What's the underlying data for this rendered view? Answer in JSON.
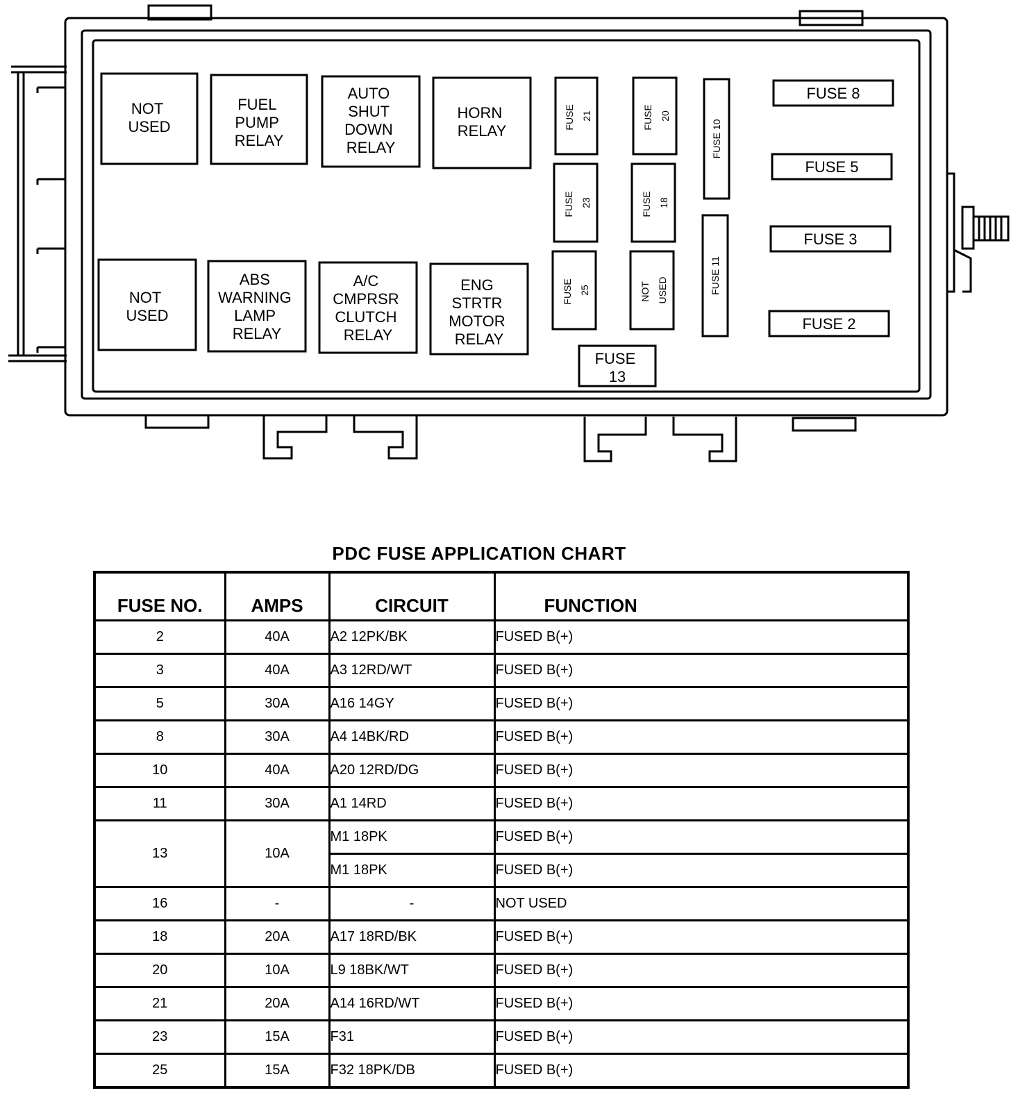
{
  "diagram": {
    "relays": [
      [
        "NOT",
        "USED"
      ],
      [
        "FUEL",
        "PUMP",
        "RELAY"
      ],
      [
        "AUTO",
        "SHUT",
        "DOWN",
        "RELAY"
      ],
      [
        "HORN",
        "RELAY"
      ],
      [
        "NOT",
        "USED"
      ],
      [
        "ABS",
        "WARNING",
        "LAMP",
        "RELAY"
      ],
      [
        "A/C",
        "CMPRSR",
        "CLUTCH",
        "RELAY"
      ],
      [
        "ENG",
        "STRTR",
        "MOTOR",
        "RELAY"
      ]
    ],
    "vertical_fuses": [
      [
        "FUSE",
        "21"
      ],
      [
        "FUSE",
        "20"
      ],
      [
        "FUSE",
        "23"
      ],
      [
        "FUSE",
        "18"
      ],
      [
        "FUSE",
        "25"
      ],
      [
        "NOT",
        "USED"
      ]
    ],
    "long_fuses": [
      "FUSE 10",
      "FUSE 11"
    ],
    "horizontal_fuses": [
      "FUSE 8",
      "FUSE 5",
      "FUSE 3",
      "FUSE 2"
    ],
    "fuse13": [
      "FUSE",
      "13"
    ]
  },
  "chart": {
    "title": "PDC FUSE APPLICATION CHART",
    "headers": [
      "FUSE NO.",
      "AMPS",
      "CIRCUIT",
      "FUNCTION"
    ],
    "rows": [
      {
        "no": "2",
        "amps": "40A",
        "circuit": "A2 12PK/BK",
        "function": "FUSED B(+)"
      },
      {
        "no": "3",
        "amps": "40A",
        "circuit": "A3 12RD/WT",
        "function": "FUSED B(+)"
      },
      {
        "no": "5",
        "amps": "30A",
        "circuit": "A16 14GY",
        "function": "FUSED B(+)"
      },
      {
        "no": "8",
        "amps": "30A",
        "circuit": "A4 14BK/RD",
        "function": "FUSED B(+)"
      },
      {
        "no": "10",
        "amps": "40A",
        "circuit": "A20 12RD/DG",
        "function": "FUSED B(+)"
      },
      {
        "no": "11",
        "amps": "30A",
        "circuit": "A1 14RD",
        "function": "FUSED B(+)"
      },
      {
        "no": "13",
        "amps": "10A",
        "circuit": "M1 18PK",
        "function": "FUSED B(+)"
      },
      {
        "circuit": "M1 18PK",
        "function": "FUSED B(+)"
      },
      {
        "no": "16",
        "amps": "-",
        "circuit": "-",
        "function": "NOT USED"
      },
      {
        "no": "18",
        "amps": "20A",
        "circuit": "A17 18RD/BK",
        "function": "FUSED B(+)"
      },
      {
        "no": "20",
        "amps": "10A",
        "circuit": "L9 18BK/WT",
        "function": "FUSED B(+)"
      },
      {
        "no": "21",
        "amps": "20A",
        "circuit": "A14 16RD/WT",
        "function": "FUSED B(+)"
      },
      {
        "no": "23",
        "amps": "15A",
        "circuit": "F31",
        "function": "FUSED B(+)"
      },
      {
        "no": "25",
        "amps": "15A",
        "circuit": "F32 18PK/DB",
        "function": "FUSED B(+)"
      }
    ]
  }
}
